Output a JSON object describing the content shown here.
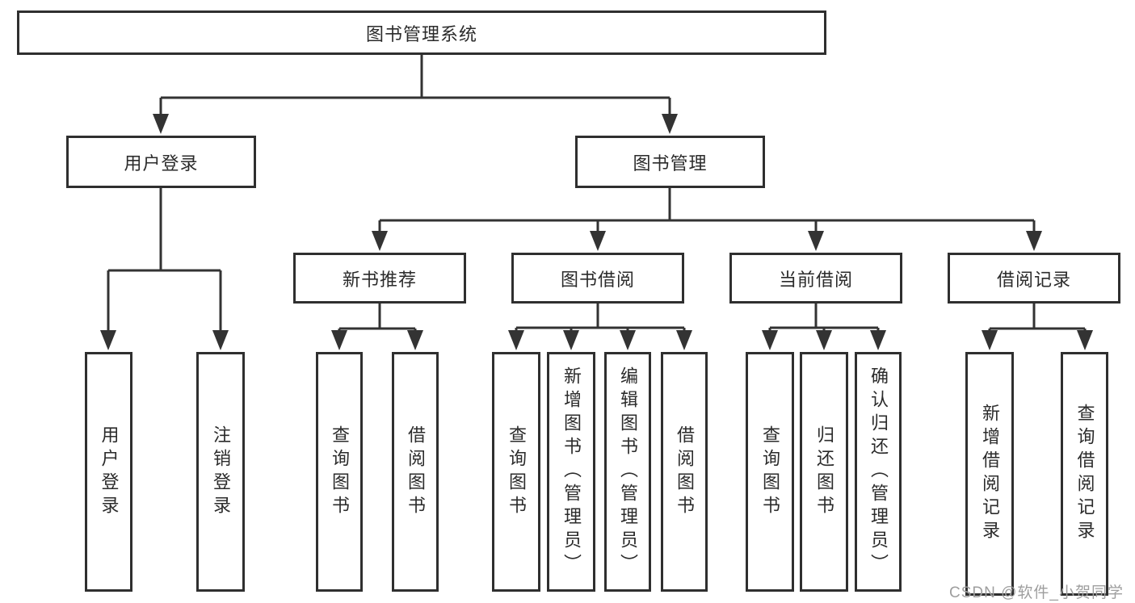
{
  "diagram": {
    "root": {
      "label": "图书管理系统"
    },
    "branches": [
      {
        "label": "用户登录",
        "children": [
          {
            "label": "用户登录"
          },
          {
            "label": "注销登录"
          }
        ]
      },
      {
        "label": "图书管理",
        "children": [
          {
            "label": "新书推荐",
            "children": [
              {
                "label": "查询图书"
              },
              {
                "label": "借阅图书"
              }
            ]
          },
          {
            "label": "图书借阅",
            "children": [
              {
                "label": "查询图书"
              },
              {
                "label": "新增图书（管理员）"
              },
              {
                "label": "编辑图书（管理员）"
              },
              {
                "label": "借阅图书"
              }
            ]
          },
          {
            "label": "当前借阅",
            "children": [
              {
                "label": "查询图书"
              },
              {
                "label": "归还图书"
              },
              {
                "label": "确认归还（管理员）"
              }
            ]
          },
          {
            "label": "借阅记录",
            "children": [
              {
                "label": "新增借阅记录"
              },
              {
                "label": "查询借阅记录"
              }
            ]
          }
        ]
      }
    ]
  },
  "watermark": "CSDN @软件_小贺同学",
  "colors": {
    "line": "#333333",
    "box_border": "#2f2f2f",
    "text": "#2b2b2b",
    "watermark": "#9e9e9e",
    "background": "#ffffff"
  }
}
